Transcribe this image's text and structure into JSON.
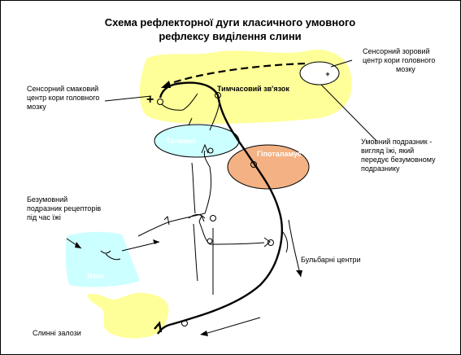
{
  "title": {
    "line1": "Схема рефлекторної дуги класичного умовного",
    "line2": "рефлексу виділення слини"
  },
  "labels": {
    "sensory_visual": [
      "Сенсорний зоровий",
      "центр кори головного",
      "мозку"
    ],
    "sensory_taste": [
      "Сенсорний смаковий",
      "центр кори головного",
      "мозку"
    ],
    "temporary_link": "Тимчасовий зв'язок",
    "conditioned_stimulus": [
      "Умовний подразник -",
      "вигляд їжі, який",
      "передує безумовному",
      "подразнику"
    ],
    "thalamus": "Таламус",
    "hypothalamus": "Гіпоталамус",
    "unconditioned_stimulus": [
      "Безумовний",
      "подразник рецепторів",
      "під час їжі"
    ],
    "bulbar_centers": "Бульбарні центри",
    "tongue": "Язик",
    "salivary_glands": "Слинні залози",
    "plus_left": "+",
    "plus_right": "+"
  },
  "colors": {
    "cortex": "#ffff99",
    "thalamus": "#ccffff",
    "hypothalamus": "#f4b183",
    "tongue": "#ccffff",
    "glands": "#ffff99",
    "hypothalamus_text": "#ffffff"
  }
}
